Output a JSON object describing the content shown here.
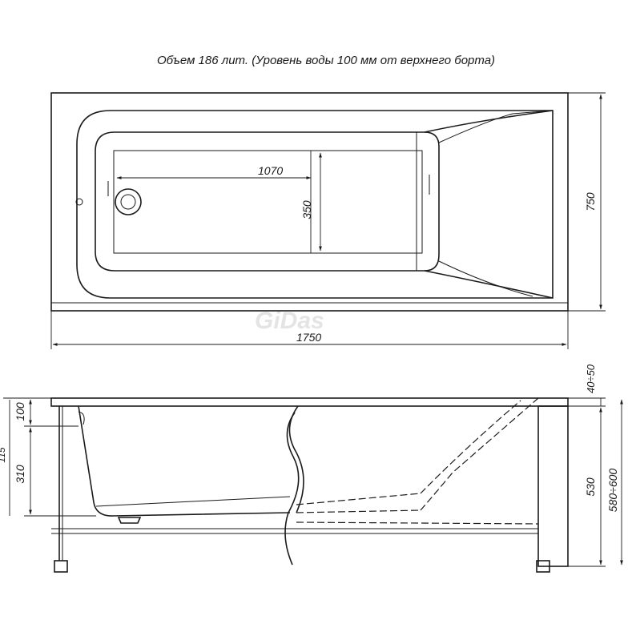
{
  "header": {
    "volume_note": "Объем 186 лит. (Уровень воды 100 мм от верхнего борта)"
  },
  "watermark": "GiDas",
  "top_view": {
    "overall_length": "1750",
    "overall_width": "750",
    "bottom_length": "1070",
    "bottom_width": "350"
  },
  "side_view": {
    "rim_height": "40÷50",
    "water_depth": "100",
    "inner_depth": "310",
    "cut_label": "115",
    "body_height": "530",
    "total_height": "580÷600"
  }
}
